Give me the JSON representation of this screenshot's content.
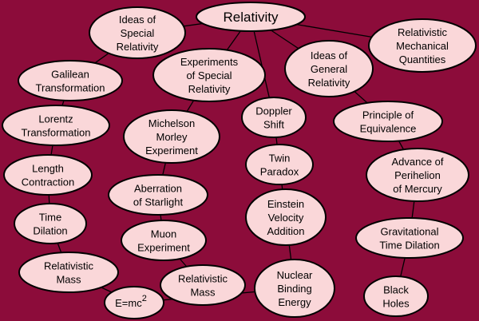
{
  "background_color": "#8c0c3a",
  "node_fill": "#fad7d9",
  "node_stroke": "#000000",
  "edge_color": "#000000",
  "nodes": [
    {
      "id": "relativity",
      "lines": [
        "Relativity"
      ]
    },
    {
      "id": "ideas-special",
      "lines": [
        "Ideas of",
        "Special",
        "Relativity"
      ]
    },
    {
      "id": "relativistic-mech",
      "lines": [
        "Relativistic",
        "Mechanical",
        "Quantities"
      ]
    },
    {
      "id": "galilean",
      "lines": [
        "Galilean",
        "Transformation"
      ]
    },
    {
      "id": "experiments-special",
      "lines": [
        "Experiments",
        "of Special",
        "Relativity"
      ]
    },
    {
      "id": "ideas-general",
      "lines": [
        "Ideas of",
        "General",
        "Relativity"
      ]
    },
    {
      "id": "lorentz",
      "lines": [
        "Lorentz",
        "Transformation"
      ]
    },
    {
      "id": "michelson",
      "lines": [
        "Michelson",
        "Morley",
        "Experiment"
      ]
    },
    {
      "id": "doppler",
      "lines": [
        "Doppler",
        "Shift"
      ]
    },
    {
      "id": "equivalence",
      "lines": [
        "Principle of",
        "Equivalence"
      ]
    },
    {
      "id": "length",
      "lines": [
        "Length",
        "Contraction"
      ]
    },
    {
      "id": "twin",
      "lines": [
        "Twin",
        "Paradox"
      ]
    },
    {
      "id": "perihelion",
      "lines": [
        "Advance of",
        "Perihelion",
        "of Mercury"
      ]
    },
    {
      "id": "aberration",
      "lines": [
        "Aberration",
        "of Starlight"
      ]
    },
    {
      "id": "time-dilation",
      "lines": [
        "Time",
        "Dilation"
      ]
    },
    {
      "id": "einstein-velocity",
      "lines": [
        "Einstein",
        "Velocity",
        "Addition"
      ]
    },
    {
      "id": "muon",
      "lines": [
        "Muon",
        "Experiment"
      ]
    },
    {
      "id": "grav-time",
      "lines": [
        "Gravitational",
        "Time Dilation"
      ]
    },
    {
      "id": "rel-mass-left",
      "lines": [
        "Relativistic",
        "Mass"
      ]
    },
    {
      "id": "rel-mass-mid",
      "lines": [
        "Relativistic",
        "Mass"
      ]
    },
    {
      "id": "nuclear",
      "lines": [
        "Nuclear",
        "Binding",
        "Energy"
      ]
    },
    {
      "id": "black-holes",
      "lines": [
        "Black",
        "Holes"
      ]
    },
    {
      "id": "emc2",
      "lines": [
        "E=mc"
      ],
      "superscript": "2"
    }
  ]
}
